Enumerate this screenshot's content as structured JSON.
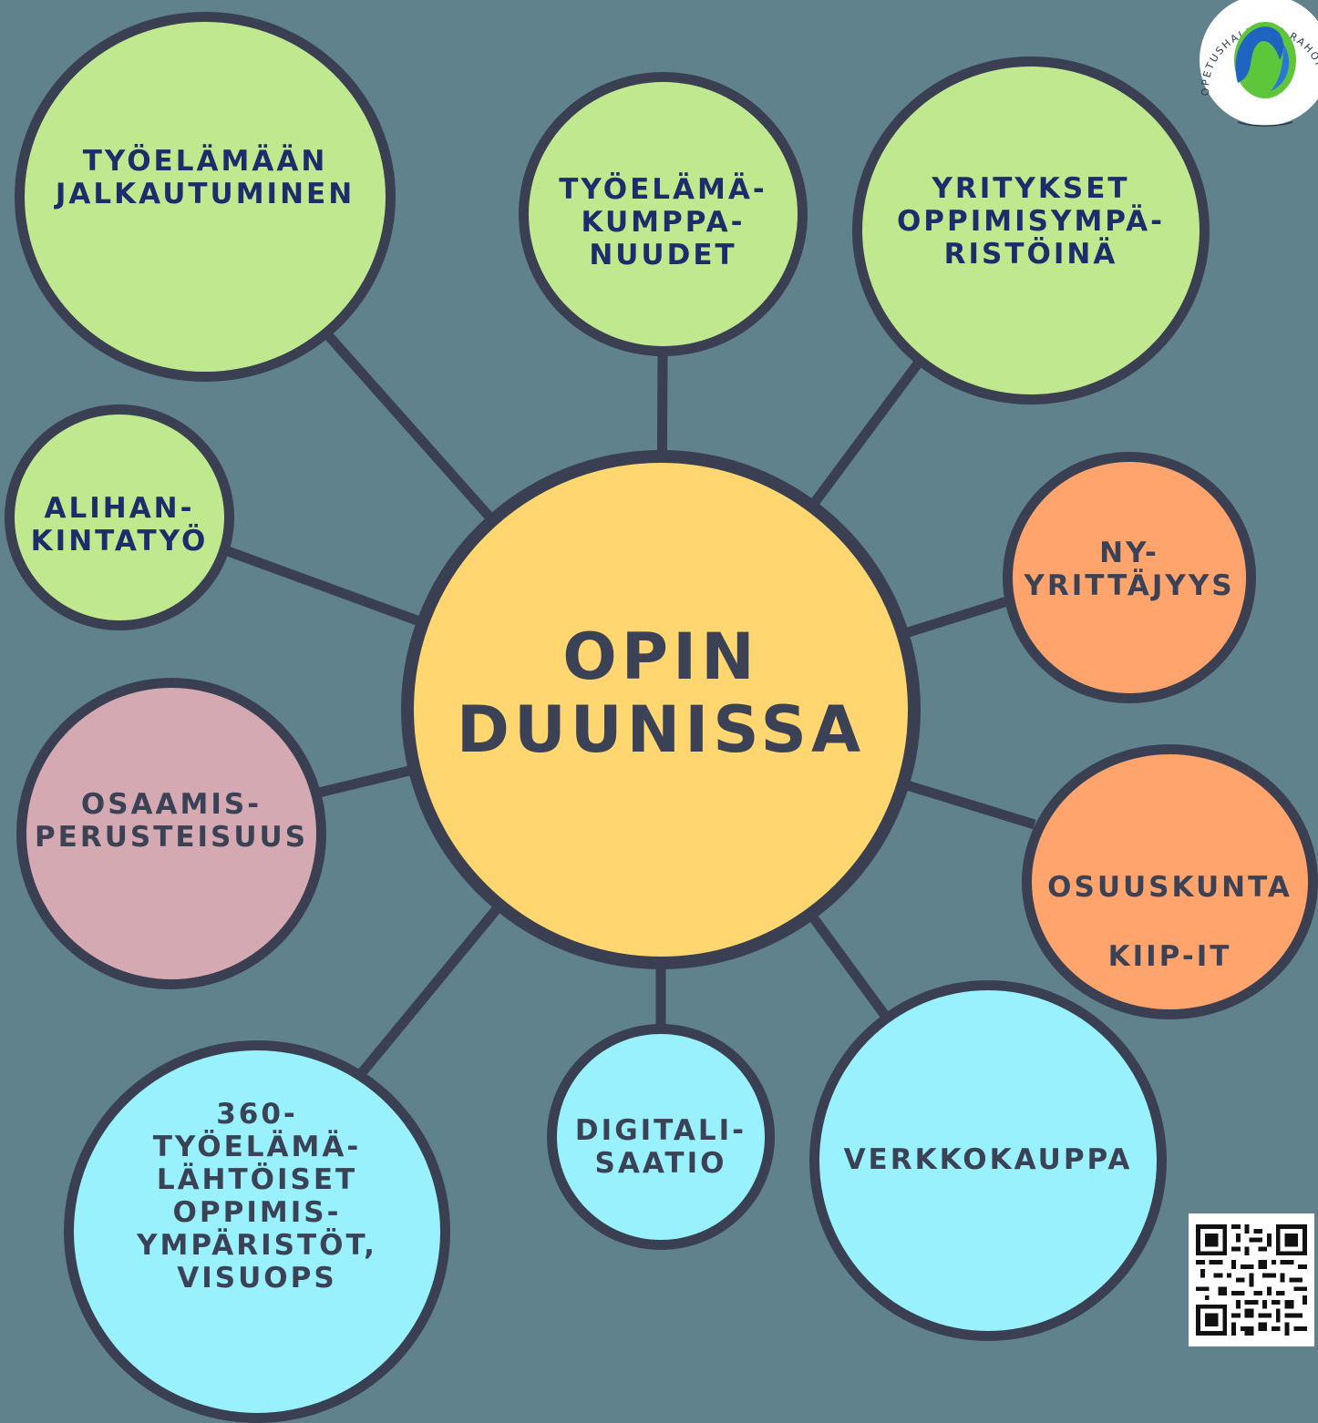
{
  "center": {
    "label": "OPIN\nDUUNISSA"
  },
  "nodes": [
    {
      "id": "jalk",
      "label": "TYÖELÄMÄÄN\nJALKAUTUMINEN",
      "color": "green"
    },
    {
      "id": "kump",
      "label": "TYÖELÄMÄ-\nKUMPPA-\nNUUDET",
      "color": "green"
    },
    {
      "id": "yrit",
      "label": "YRITYKSET\nOPPIMISYMPÄ-\nRISTÖINÄ",
      "color": "green"
    },
    {
      "id": "alih",
      "label": "ALIHAN-\nKINTATYÖ",
      "color": "green"
    },
    {
      "id": "ny",
      "label": "NY-\nYRITTÄJYYS",
      "color": "orange"
    },
    {
      "id": "osaa",
      "label": "OSAAMIS-\nPERUSTEISUUS",
      "color": "pink"
    },
    {
      "id": "osuu",
      "label": "OSUUSKUNTA\nKIIP-IT",
      "color": "orange"
    },
    {
      "id": "digi",
      "label": "DIGITALI-\nSAATIO",
      "color": "cyan"
    },
    {
      "id": "verk",
      "label": "VERKKOKAUPPA",
      "color": "cyan"
    },
    {
      "id": "360",
      "label": "360-\nTYÖELÄMÄ-\nLÄHTÖISET\nOPPIMIS-\nYMPÄRISTÖT,\nVISUOPS",
      "color": "cyan"
    }
  ],
  "logo": {
    "text": "OPETUSHALLITUS RAHOITTAA HANKETTA",
    "icon": "opetushallitus-logo-icon"
  },
  "qr": {
    "icon": "qr-code-icon"
  },
  "colors": {
    "background": "#5f828d",
    "connector": "#3a4052",
    "green": "#c0e98f",
    "orange": "#ffa46d",
    "pink": "#d4a9b1",
    "cyan": "#98f1fd",
    "yellow": "#ffd670",
    "label_blue": "#1c2d6b",
    "label_dark": "#3b4256"
  }
}
